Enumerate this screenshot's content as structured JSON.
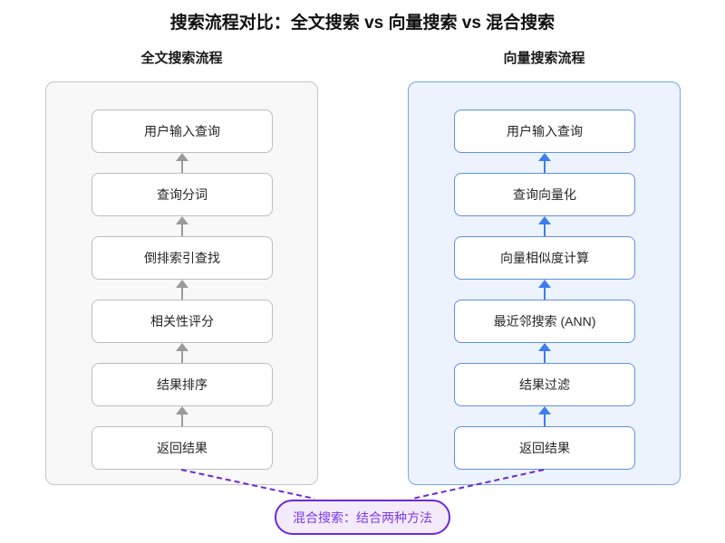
{
  "title": "搜索流程对比：全文搜索 vs 向量搜索 vs 混合搜索",
  "flows": [
    {
      "title": "全文搜索流程",
      "steps": [
        "用户输入查询",
        "查询分词",
        "倒排索引查找",
        "相关性评分",
        "结果排序",
        "返回结果"
      ]
    },
    {
      "title": "向量搜索流程",
      "steps": [
        "用户输入查询",
        "查询向量化",
        "向量相似度计算",
        "最近邻搜索 (ANN)",
        "结果过滤",
        "返回结果"
      ]
    }
  ],
  "hybrid": {
    "label": "混合搜索：结合两种方法"
  },
  "colors": {
    "fulltext_container_border": "#c6c6c6",
    "fulltext_container_bg": "#f8f8f9",
    "fulltext_node_border": "#bdbdbd",
    "fulltext_arrow": "#9a9a9a",
    "vector_container_border": "#79a4f2",
    "vector_container_bg": "#edf3fd",
    "vector_node_border": "#5d8ef0",
    "vector_arrow": "#3c7df0",
    "hybrid_border": "#6d28d9",
    "hybrid_bg": "#f4ebfa",
    "hybrid_text": "#7c3aed",
    "node_bg": "#ffffff",
    "text": "#262626"
  }
}
